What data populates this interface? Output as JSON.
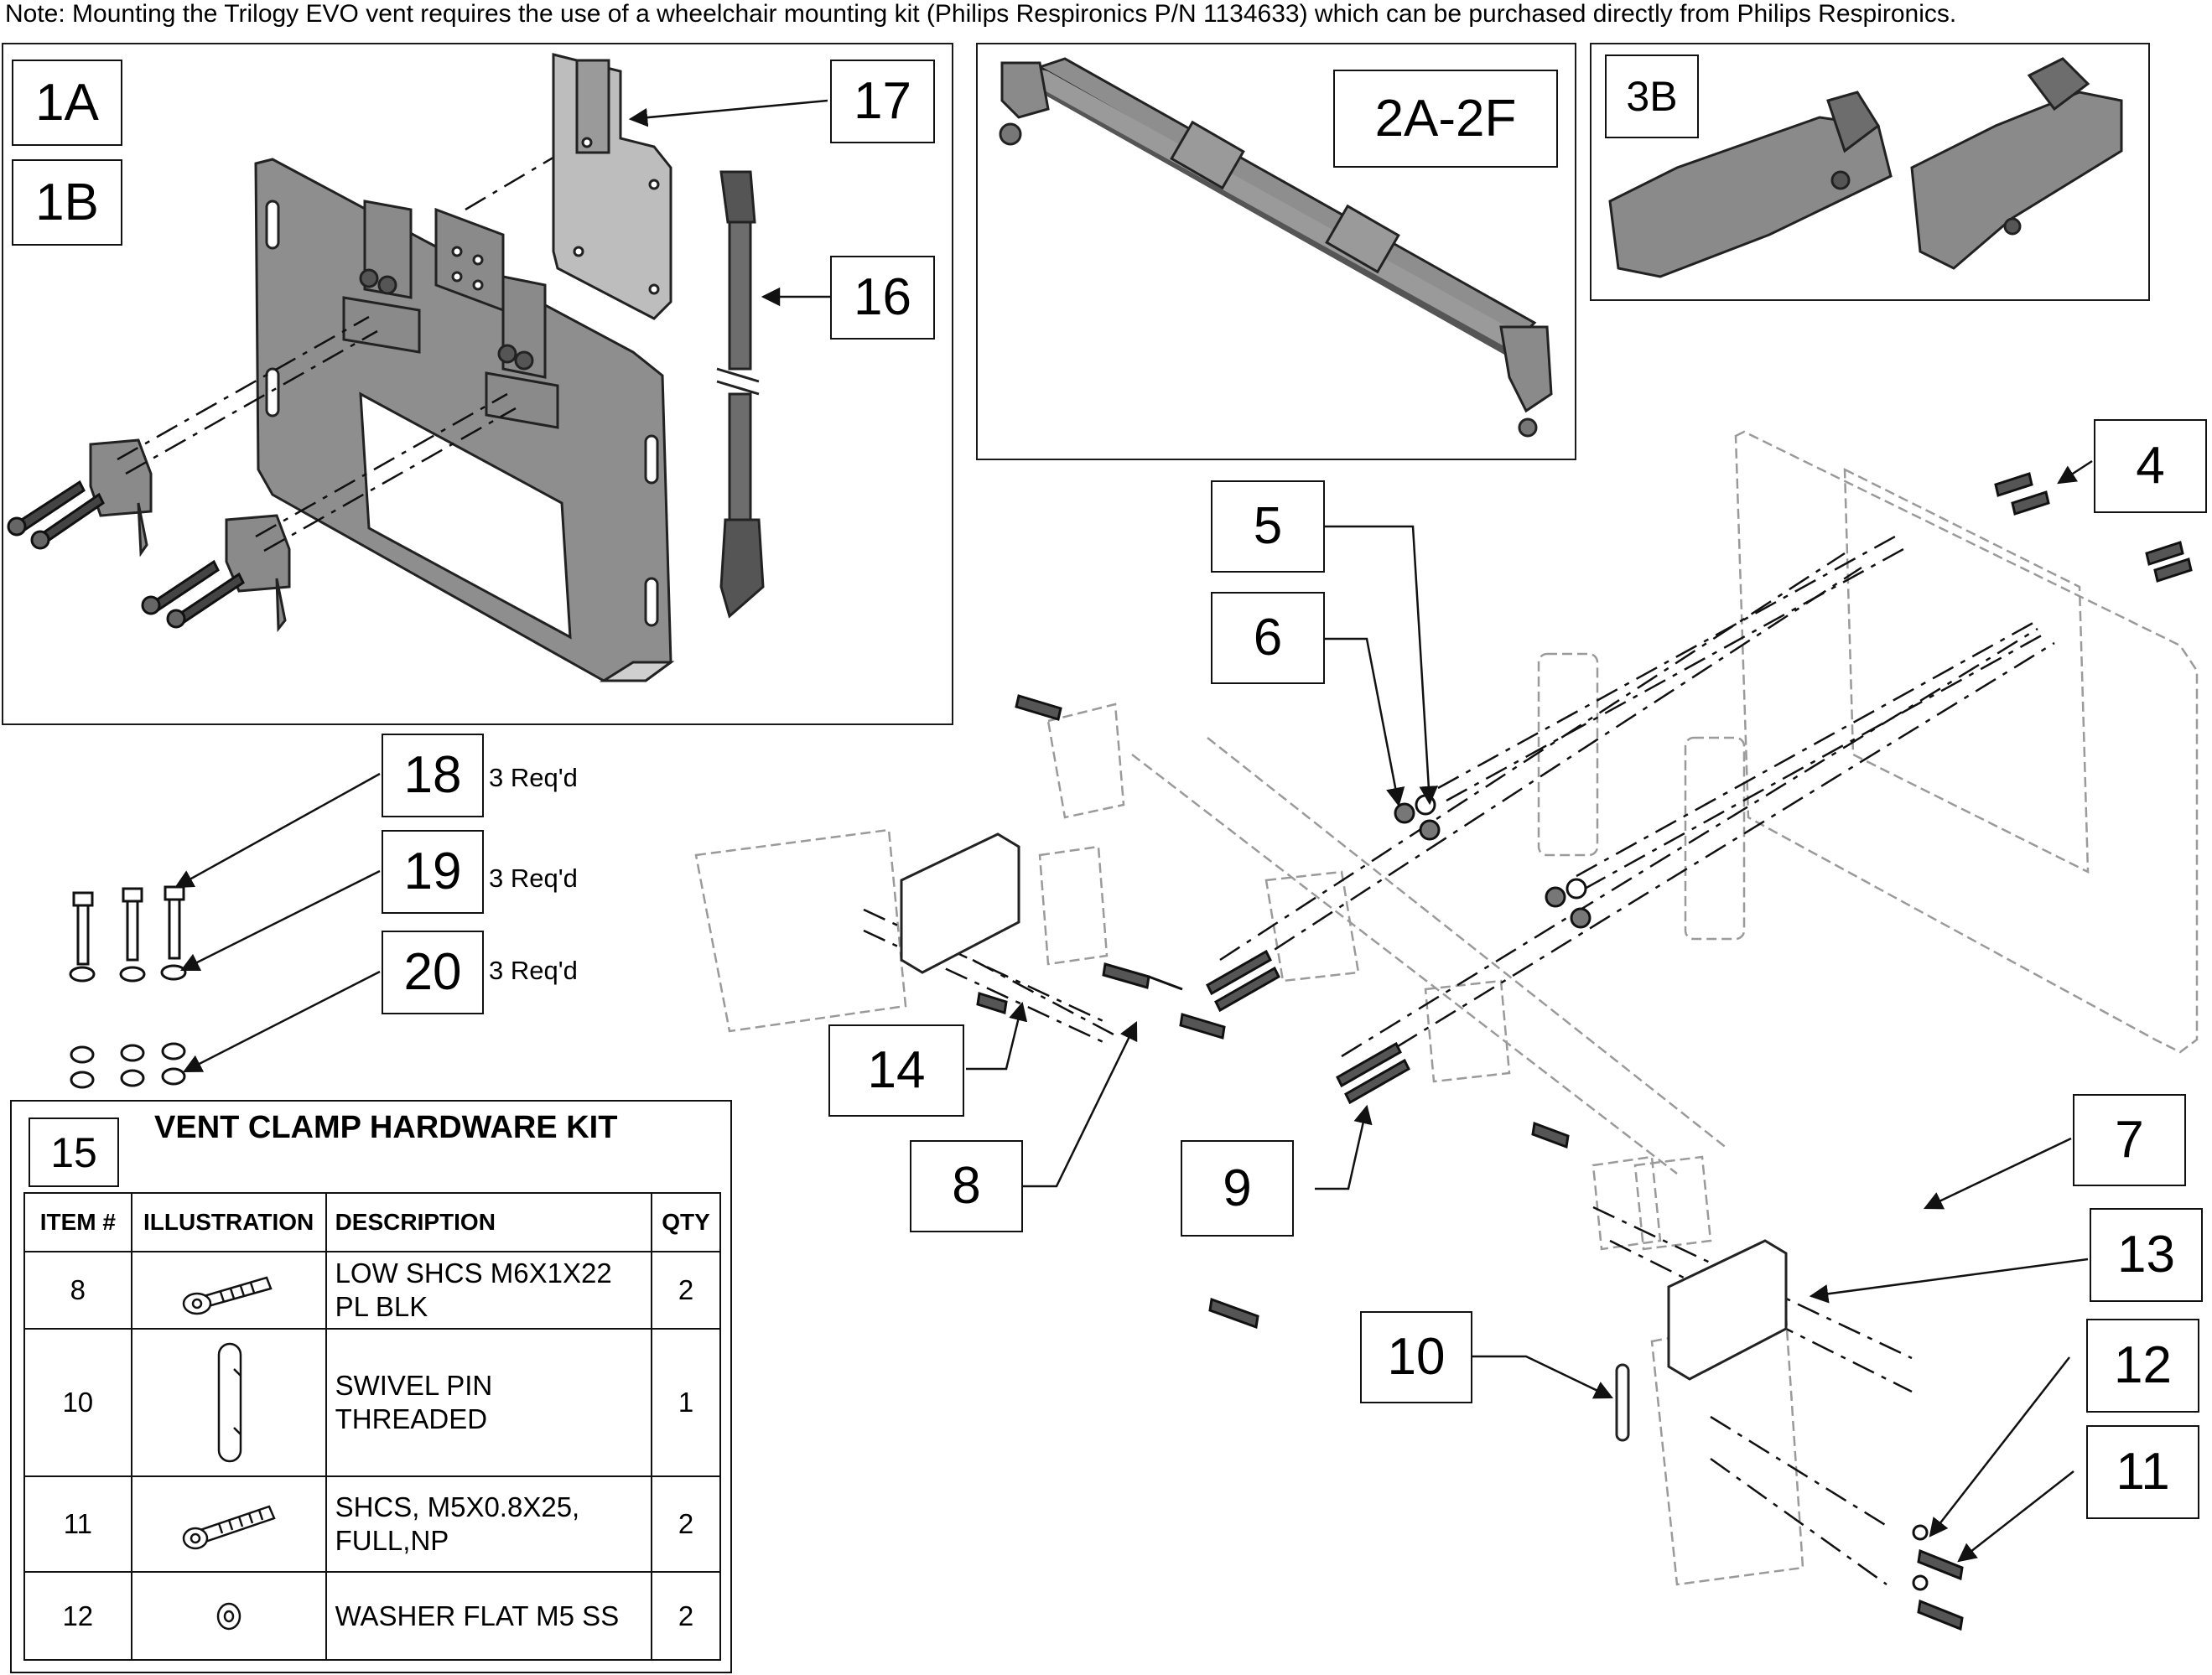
{
  "note": "Note: Mounting the Trilogy EVO vent requires the use of a wheelchair mounting kit (Philips Respironics P/N 1134633) which can be purchased directly from Philips Respironics.",
  "panels": {
    "p1a": "1A",
    "p1b": "1B",
    "p2": "2A-2F",
    "p3": "3B"
  },
  "callouts": {
    "c4": "4",
    "c5": "5",
    "c6": "6",
    "c7": "7",
    "c8": "8",
    "c9": "9",
    "c10": "10",
    "c11": "11",
    "c12": "12",
    "c13": "13",
    "c14": "14",
    "c16": "16",
    "c17": "17",
    "c18": "18",
    "c19": "19",
    "c20": "20"
  },
  "required": {
    "r18": "3 Req'd",
    "r19": "3 Req'd",
    "r20": "3 Req'd"
  },
  "kit": {
    "number": "15",
    "title": "VENT CLAMP HARDWARE KIT",
    "headers": {
      "item": "ITEM #",
      "illustration": "ILLUSTRATION",
      "description": "DESCRIPTION",
      "qty": "QTY"
    },
    "rows": [
      {
        "item": "8",
        "description": "LOW SHCS M6X1X22 PL BLK",
        "qty": "2",
        "icon": "low-shcs-icon"
      },
      {
        "item": "10",
        "description": "SWIVEL PIN THREADED",
        "qty": "1",
        "icon": "swivel-pin-icon"
      },
      {
        "item": "11",
        "description": "SHCS, M5X0.8X25, FULL,NP",
        "qty": "2",
        "icon": "shcs-icon"
      },
      {
        "item": "12",
        "description": "WASHER FLAT M5 SS",
        "qty": "2",
        "icon": "washer-icon"
      }
    ]
  },
  "colors": {
    "part_fill": "#8c8c8c",
    "part_dark": "#5e5e5e",
    "ghost_line": "#9a9a9a",
    "ink": "#111111"
  }
}
